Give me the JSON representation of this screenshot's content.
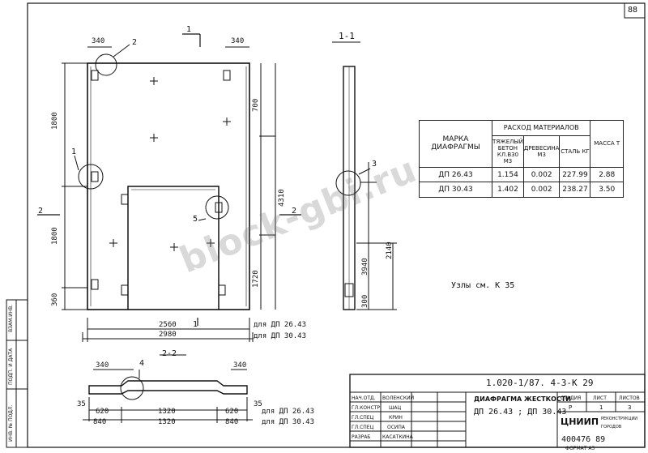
{
  "sheet": {
    "page_number": "88"
  },
  "sections": {
    "s11": "1-1",
    "s22": "2-2",
    "cut1": "1",
    "cut2": "2",
    "cut1b": "1",
    "cut2b": "2"
  },
  "callouts": [
    "1",
    "2",
    "3",
    "4",
    "5"
  ],
  "dims": {
    "top_left": "340",
    "top_right": "340",
    "d1800a": "1800",
    "d1800b": "1800",
    "d360": "360",
    "d700": "700",
    "d4310": "4310",
    "d1720": "1720",
    "d2560": "2560",
    "d2980": "2980",
    "ref_2643": "для ДП 26.43",
    "ref_3043": "для ДП 30.43",
    "s11_3940": "3940",
    "s11_2140": "2140",
    "s11_300": "300",
    "s22_340a": "340",
    "s22_340b": "340",
    "s22_35a": "35",
    "s22_35b": "35",
    "s22_620a": "620",
    "s22_1320a": "1320",
    "s22_620b": "620",
    "s22_840a": "840",
    "s22_1320b": "1320",
    "s22_840b": "840",
    "s22_ref1": "для ДП 26.43",
    "s22_ref2": "для ДП 30.43"
  },
  "nodes_note": "Узлы см. К 35",
  "materials": {
    "title": "РАСХОД МАТЕРИАЛОВ",
    "col_mark": "МАРКА ДИАФРАГМЫ",
    "col_concrete": "ТЯЖЕЛЫЙ БЕТОН КЛ.В30 М3",
    "col_wood": "ДРЕВЕСИНА М3",
    "col_steel": "СТАЛЬ КГ",
    "col_mass": "МАССА Т",
    "rows": [
      {
        "mark": "ДП 26.43",
        "concrete": "1.154",
        "wood": "0.002",
        "steel": "227.99",
        "mass": "2.88"
      },
      {
        "mark": "ДП 30.43",
        "concrete": "1.402",
        "wood": "0.002",
        "steel": "238.27",
        "mass": "3.50"
      }
    ]
  },
  "stamp": {
    "code": "1.020-1/87. 4-3-К 29",
    "title": "ДИАФРАГМА ЖЕСТКОСТИ",
    "marks": "ДП 26.43 ; ДП 30.43",
    "roles": [
      "НАЧ.ОТД.",
      "ГЛ.КОНСТР.",
      "ГЛ.СПЕЦ",
      "ГЛ.СПЕЦ",
      "РАЗРАБ"
    ],
    "names": [
      "ВОЛЕНСКИЙ",
      "ШАЦ",
      "КРИН",
      "ОСИПА",
      "КАСАТКИНА"
    ],
    "stage_label": "СТАДИЯ",
    "sheet_label": "ЛИСТ",
    "sheets_label": "ЛИСТОВ",
    "stage": "Р",
    "sheet": "1",
    "sheets": "3",
    "org": "ЦНИИП",
    "org_sub": "РЕКОНСТРУКЦИИ ГОРОДОВ",
    "number": "400476   89",
    "format": "ФОРМАТ А3"
  },
  "side_stamp": [
    "ВЗАМ.ИНВ.",
    "ПОДП. И ДАТА",
    "ИНВ. № ПОДЛ."
  ],
  "watermark": "block-gbi.ru"
}
